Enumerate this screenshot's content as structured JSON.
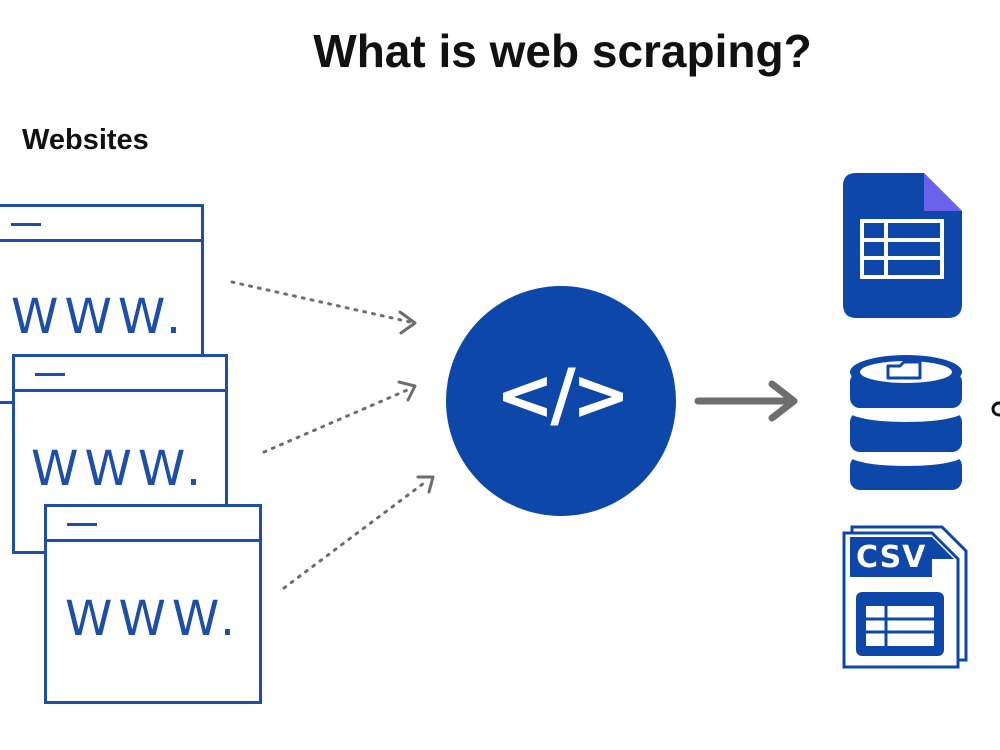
{
  "title": "What is web scraping?",
  "source_label": "Websites",
  "windows": [
    {
      "text": "WWW."
    },
    {
      "text": "WWW."
    },
    {
      "text": "WWW."
    }
  ],
  "scraper": {
    "code_symbol": "</>"
  },
  "outputs": {
    "csv_label": "CSV",
    "edge_fragment": "c"
  },
  "colors": {
    "primary_blue": "#0d47a9",
    "outline_blue": "#1d4fa8",
    "arrow_gray": "#6e6e6e"
  }
}
